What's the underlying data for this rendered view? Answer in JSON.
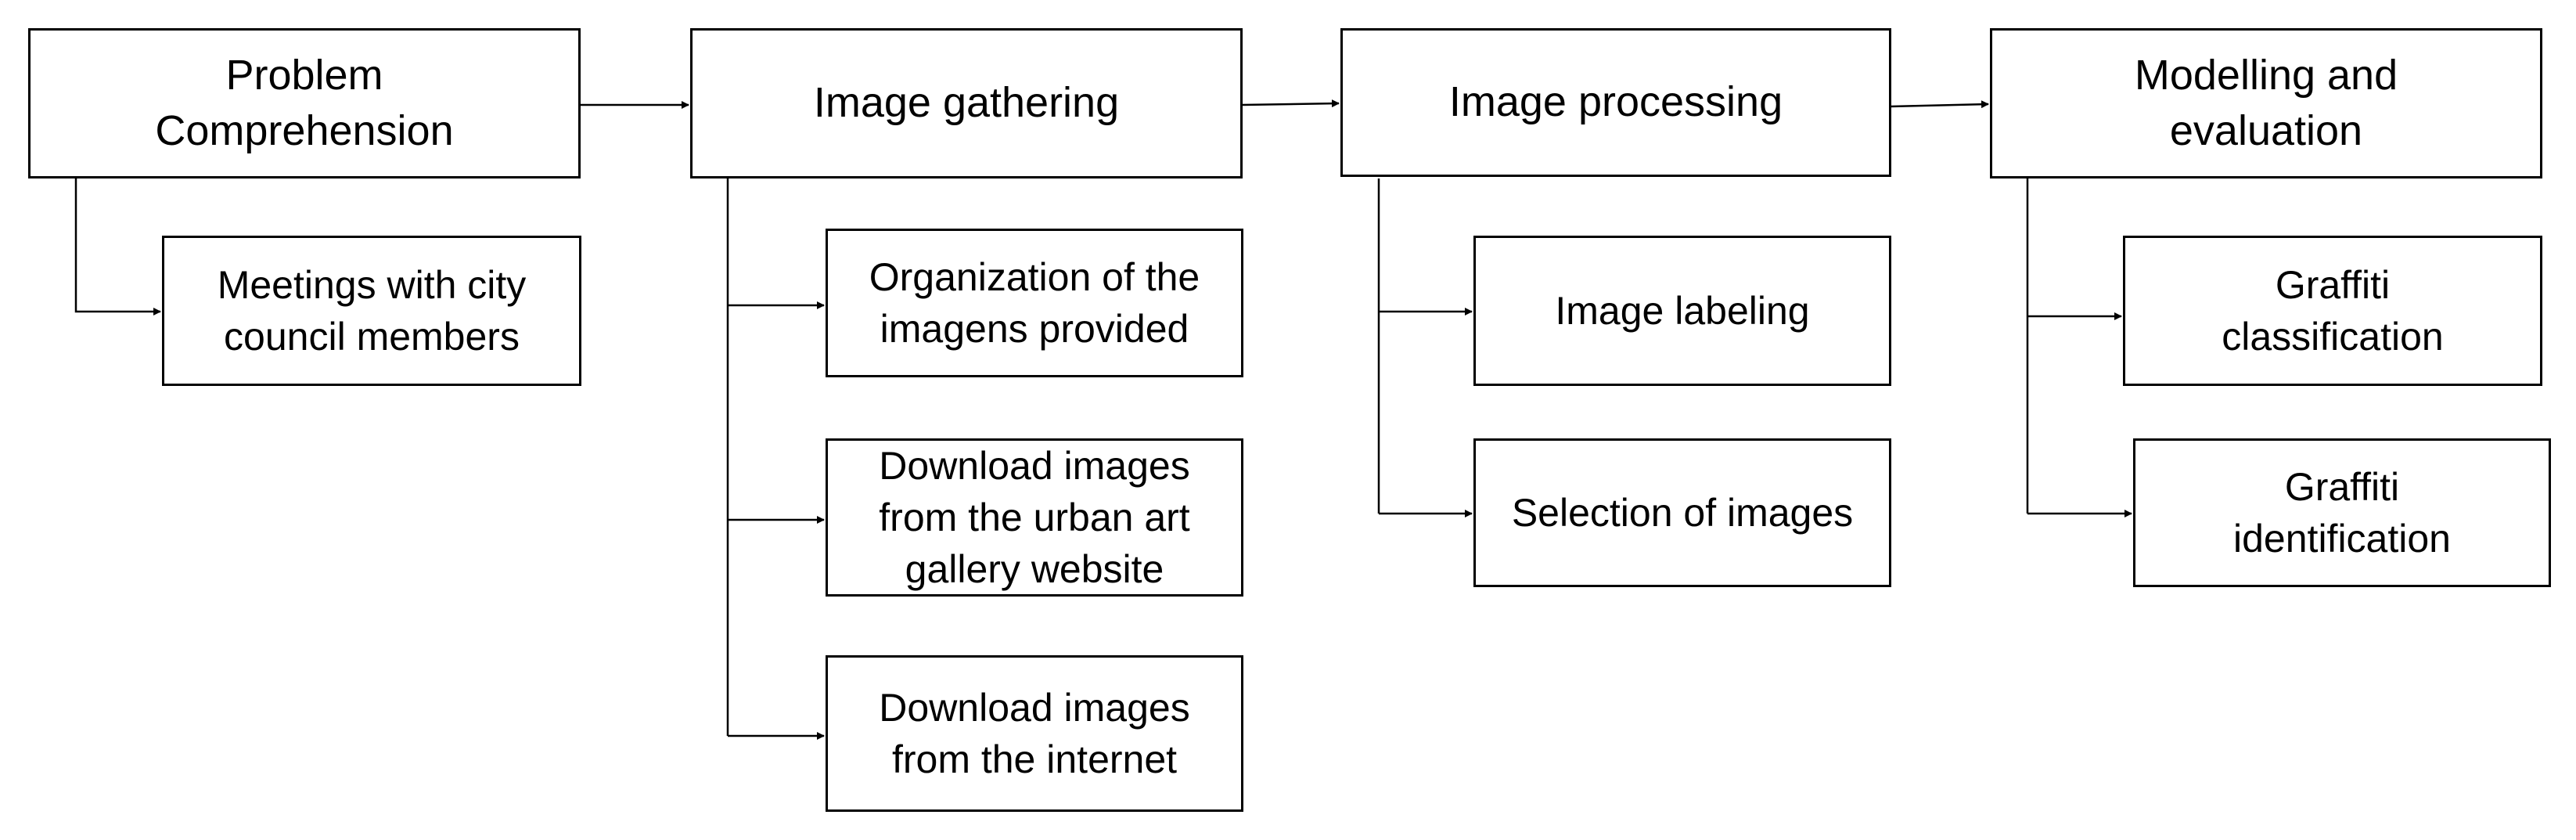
{
  "stages": [
    {
      "id": "problem",
      "label": "Problem\nComprehension",
      "tasks": [
        "Meetings with city\ncouncil members"
      ]
    },
    {
      "id": "gathering",
      "label": "Image gathering",
      "tasks": [
        "Organization of the\nimagens provided",
        "Download images\nfrom the urban art\ngallery website",
        "Download images\nfrom the internet"
      ]
    },
    {
      "id": "processing",
      "label": "Image processing",
      "tasks": [
        "Image labeling",
        "Selection of images"
      ]
    },
    {
      "id": "modelling",
      "label": "Modelling and\nevaluation",
      "tasks": [
        "Graffiti\nclassification",
        "Graffiti\nidentification"
      ]
    }
  ]
}
